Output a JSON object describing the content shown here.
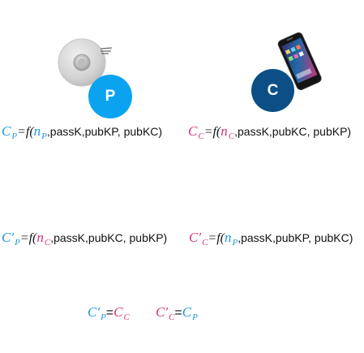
{
  "peripheral": {
    "badge_letter": "P",
    "badge_color": "#0aa3f0"
  },
  "central": {
    "badge_letter": "C",
    "badge_color": "#0b4f86"
  },
  "colors": {
    "peripheral_var": "#1a9ad6",
    "central_var": "#d6337e"
  },
  "equations": {
    "cp_compute": {
      "lhs": "C",
      "lhs_sub": "P",
      "eq_func": "=f(",
      "n": "n",
      "n_sub": "P",
      "args": ",passK,pubKP, pubKC)"
    },
    "cc_compute": {
      "lhs": "C",
      "lhs_sub": "C",
      "eq_func": "=f(",
      "n": "n",
      "n_sub": "C",
      "args": ",passK,pubKC, pubKP)"
    },
    "cp_prime_compute": {
      "lhs": "C′",
      "lhs_sub": "P",
      "eq_func": "=f(",
      "n": "n",
      "n_sub": "C",
      "args": ",passK,pubKC, pubKP)"
    },
    "cc_prime_compute": {
      "lhs": "C′",
      "lhs_sub": "C",
      "eq_func": "=f(",
      "n": "n",
      "n_sub": "P",
      "args": ",passK,pubKP, pubKC)"
    }
  },
  "checks": {
    "check_p": {
      "lhs": "C′",
      "lhs_sub": "P",
      "eq": "=",
      "rhs": "C",
      "rhs_sub": "C"
    },
    "check_c": {
      "lhs": "C′",
      "lhs_sub": "C",
      "eq": "=",
      "rhs": "C",
      "rhs_sub": "P"
    }
  },
  "icons": {
    "peripheral_device": "smart-sensor-icon",
    "central_device": "smartphone-icon"
  }
}
